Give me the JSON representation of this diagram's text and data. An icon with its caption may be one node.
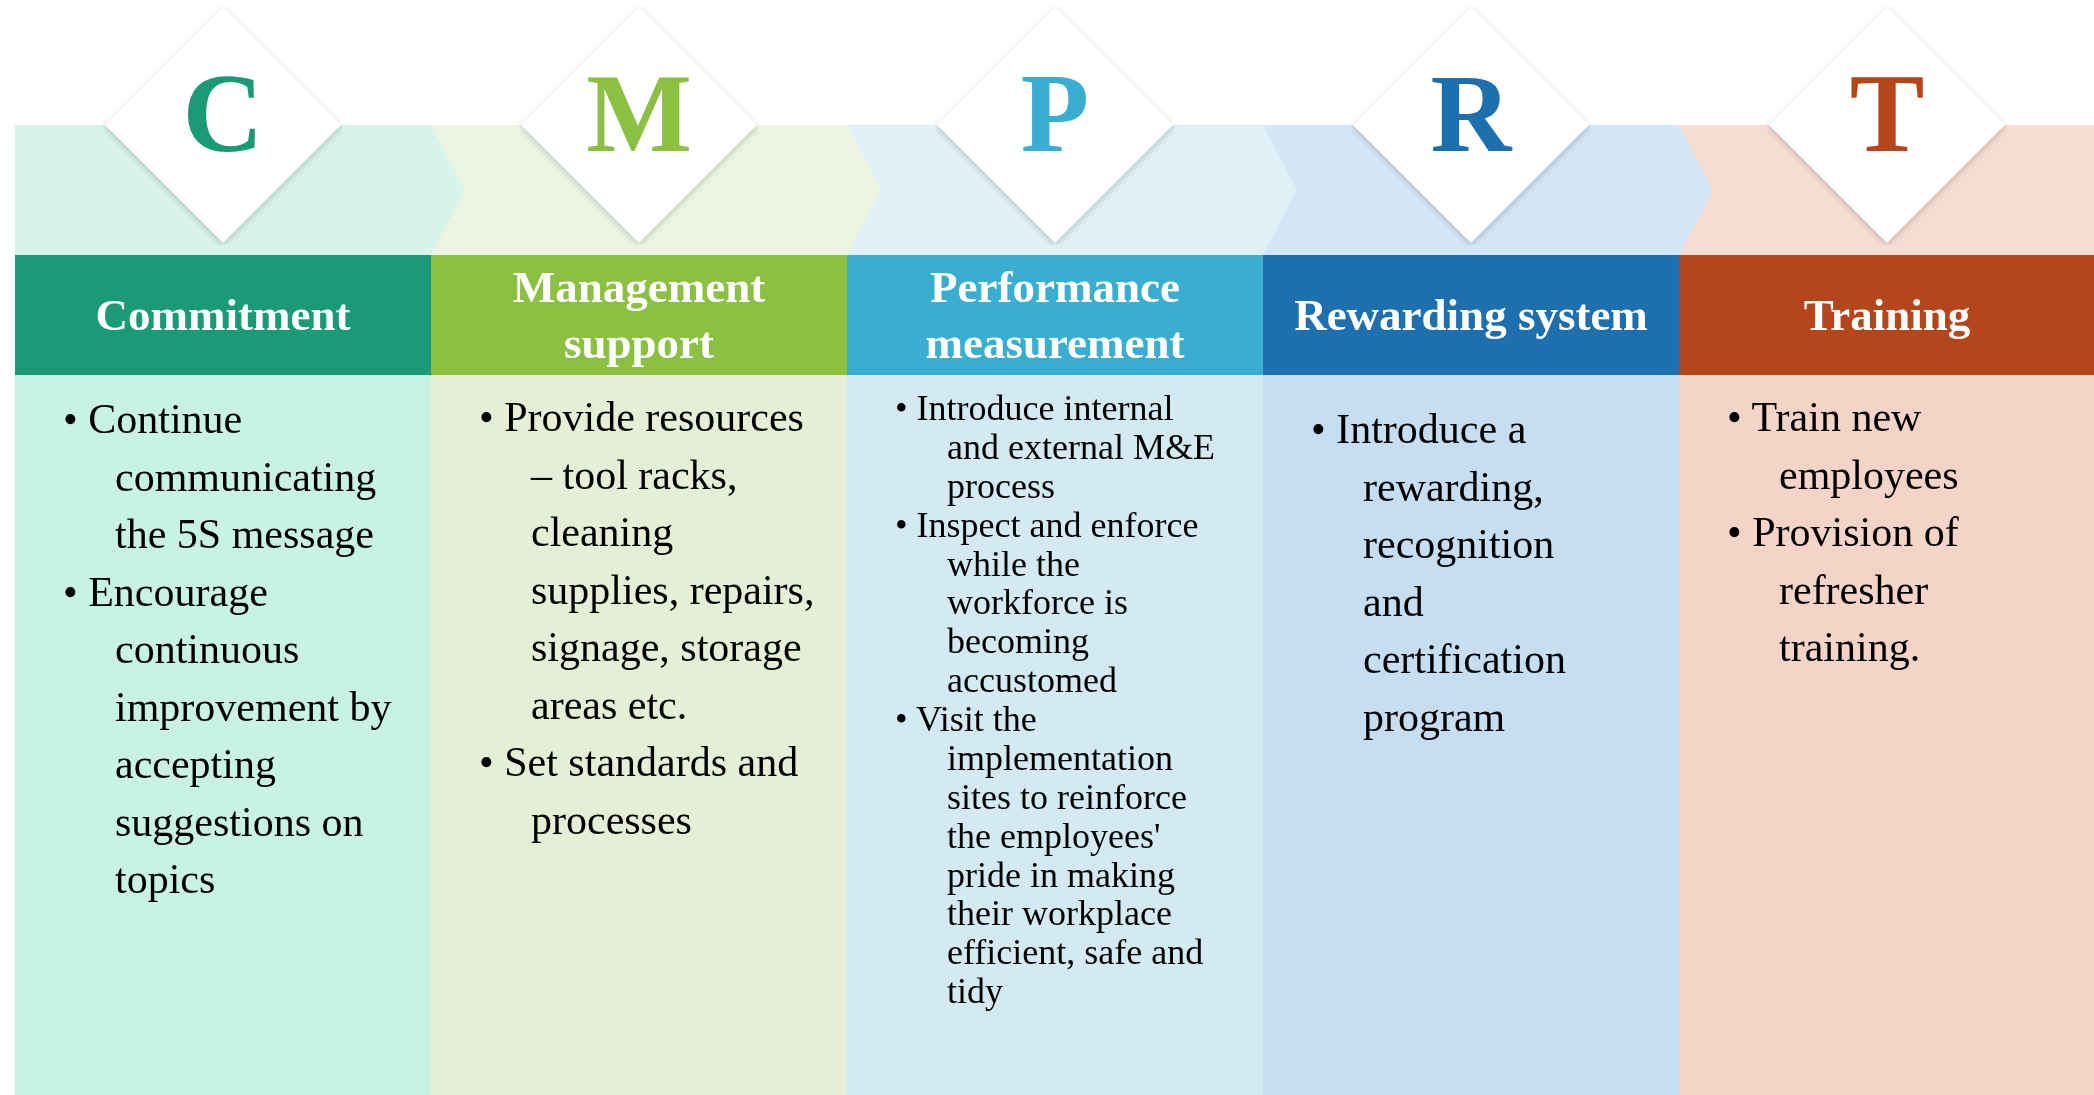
{
  "diagram": {
    "nodes": [
      {
        "text": [
          "C"
        ]
      },
      {
        "text": [
          "Commitment"
        ]
      },
      {
        "text": [
          "• Continue communicating the 5S message",
          "• Encourage continuous improvement by accepting suggestions on topics"
        ]
      },
      {
        "text": [
          "M"
        ]
      },
      {
        "text": [
          "Management support"
        ]
      },
      {
        "text": [
          "• Provide resources – tool racks, cleaning supplies, repairs, signage, storage areas etc.",
          "• Set standards and processes"
        ]
      },
      {
        "text": [
          "P"
        ]
      },
      {
        "text": [
          "Performance measurement"
        ]
      },
      {
        "text": [
          "• Introduce internal and external M&E process",
          "• Inspect and enforce while the workforce is becoming accustomed",
          "• Visit the implementation sites to reinforce the employees' pride in making their workplace efficient, safe and tidy"
        ]
      },
      {
        "text": [
          "R"
        ]
      },
      {
        "text": [
          "Rewarding system"
        ]
      },
      {
        "text": [
          "• Introduce a rewarding, recognition and certification program"
        ]
      },
      {
        "text": [
          "T"
        ]
      },
      {
        "text": [
          "Training"
        ]
      },
      {
        "text": [
          "• Train new employees",
          "• Provision of refresher training."
        ]
      }
    ]
  }
}
